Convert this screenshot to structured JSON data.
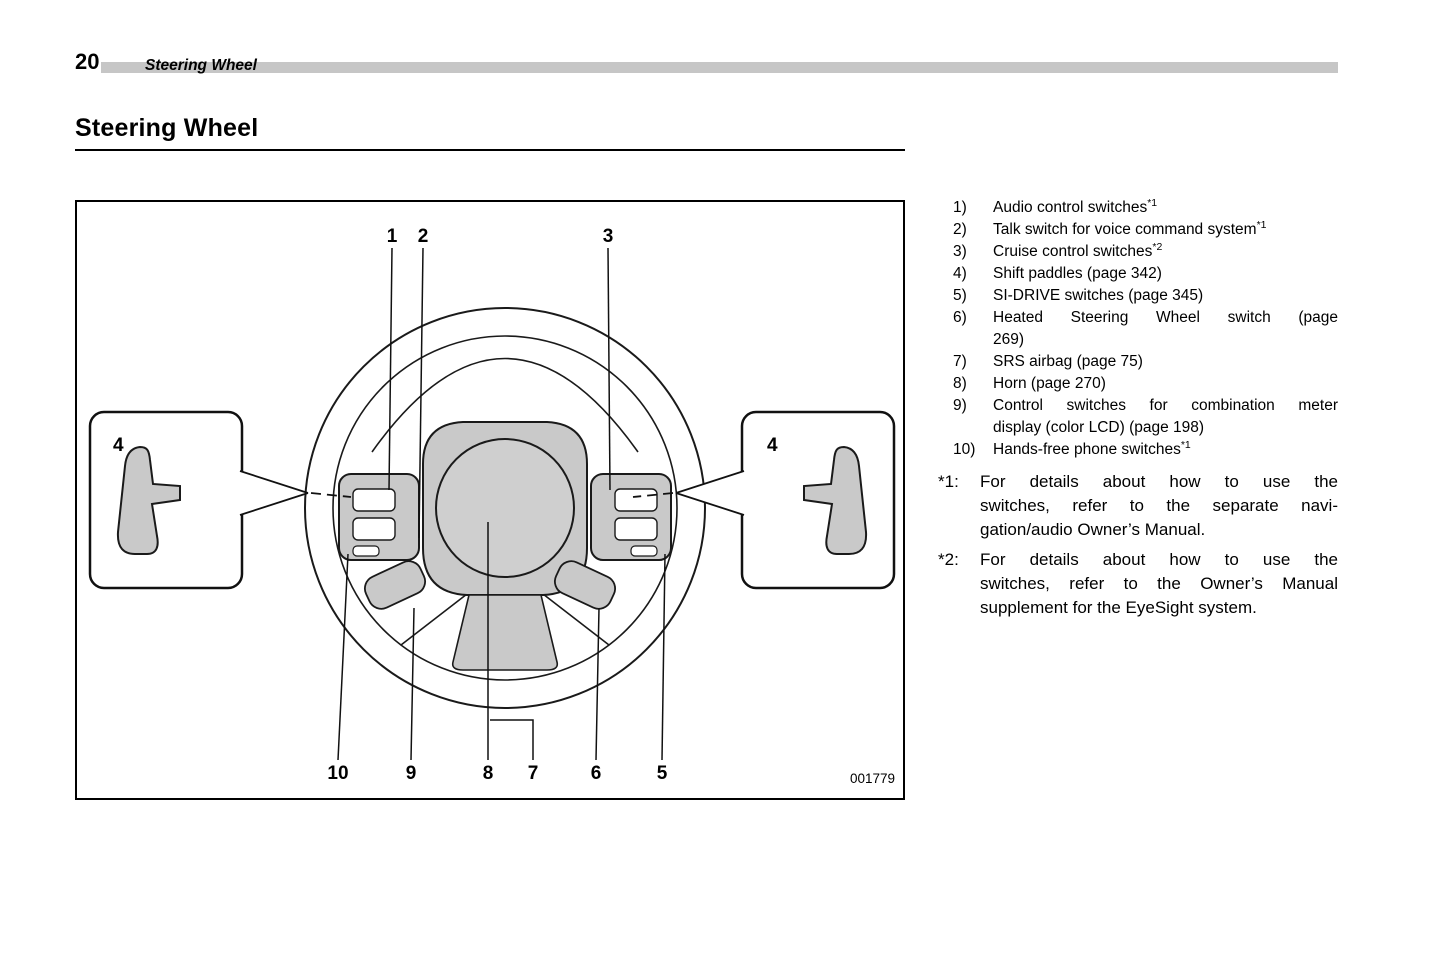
{
  "header": {
    "page_number": "20",
    "running_title": "Steering Wheel"
  },
  "section": {
    "title": "Steering Wheel"
  },
  "figure": {
    "code": "001779",
    "labels": {
      "n1": "1",
      "n2": "2",
      "n3": "3",
      "n4_left": "4",
      "n4_right": "4",
      "n5": "5",
      "n6": "6",
      "n7": "7",
      "n8": "8",
      "n9": "9",
      "n10": "10"
    }
  },
  "legend": {
    "items": [
      {
        "num": "1)",
        "text": "Audio control switches",
        "sup": "*1"
      },
      {
        "num": "2)",
        "text": "Talk switch for voice command system",
        "sup": "*1"
      },
      {
        "num": "3)",
        "text": "Cruise control switches",
        "sup": "*2"
      },
      {
        "num": "4)",
        "text": "Shift paddles (page 342)"
      },
      {
        "num": "5)",
        "text": "SI-DRIVE switches (page 345)"
      },
      {
        "num": "6)",
        "text": "Heated Steering Wheel switch (page",
        "text2": "269)"
      },
      {
        "num": "7)",
        "text": "SRS airbag (page 75)"
      },
      {
        "num": "8)",
        "text": "Horn (page 270)"
      },
      {
        "num": "9)",
        "text": "Control switches for combination meter",
        "text2": "display (color LCD) (page 198)"
      },
      {
        "num": "10)",
        "text": "Hands-free phone switches",
        "sup": "*1"
      }
    ]
  },
  "notes": [
    {
      "label": "*1:",
      "line1": "For details about how to use the",
      "line2": "switches, refer to the separate navi-",
      "line3": "gation/audio Owner’s Manual."
    },
    {
      "label": "*2:",
      "line1": "For details about how to use the",
      "line2": "switches, refer to the Owner’s Manual",
      "line3": "supplement for the EyeSight system."
    }
  ]
}
